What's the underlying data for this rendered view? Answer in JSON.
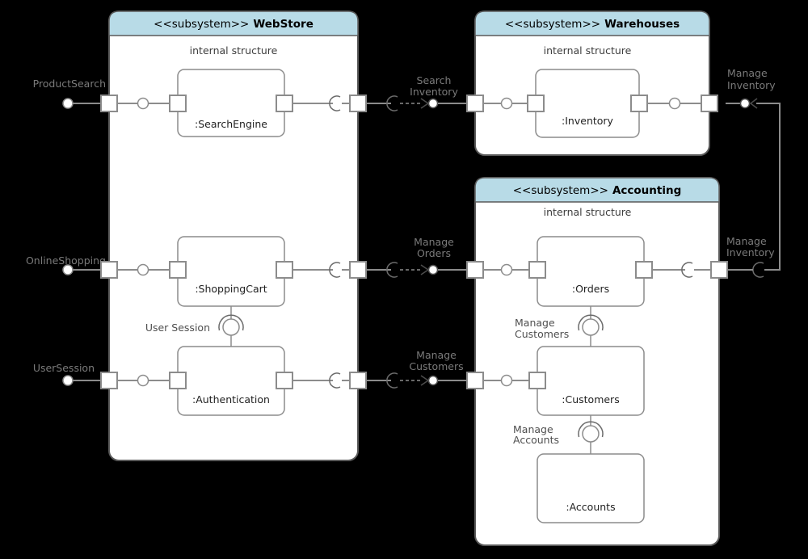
{
  "colors": {
    "background": "#000000",
    "header_fill": "#b8dbe7",
    "box_fill": "#ffffff",
    "subsystem_border": "#5a5a5a",
    "component_border": "#8c8c8c",
    "connector_line": "#8c8c8c",
    "ball_outline": "#4d4d4d",
    "outside_label": "#7a7a7a",
    "inside_label": "#4f4f4f"
  },
  "subsystems": {
    "webstore": {
      "stereotype": "<<subsystem>>",
      "name": "WebStore",
      "internal_label": "internal structure",
      "components": {
        "search_engine": ":SearchEngine",
        "shopping_cart": ":ShoppingCart",
        "authentication": ":Authentication"
      }
    },
    "warehouses": {
      "stereotype": "<<subsystem>>",
      "name": "Warehouses",
      "internal_label": "internal structure",
      "components": {
        "inventory": ":Inventory"
      }
    },
    "accounting": {
      "stereotype": "<<subsystem>>",
      "name": "Accounting",
      "internal_label": "internal structure",
      "components": {
        "orders": ":Orders",
        "customers": ":Customers",
        "accounts": ":Accounts"
      }
    }
  },
  "interfaces": {
    "product_search": "ProductSearch",
    "online_shopping": "OnlineShopping",
    "user_session": "UserSession",
    "user_session_inner": "User Session",
    "search_inventory": {
      "line1": "Search",
      "line2": "Inventory"
    },
    "manage_orders": {
      "line1": "Manage",
      "line2": "Orders"
    },
    "manage_customers": {
      "line1": "Manage",
      "line2": "Customers"
    },
    "manage_inventory_top": {
      "line1": "Manage",
      "line2": "Inventory"
    },
    "manage_inventory_side": {
      "line1": "Manage",
      "line2": "Inventory"
    },
    "manage_customers_inner": {
      "line1": "Manage",
      "line2": "Customers"
    },
    "manage_accounts_inner": {
      "line1": "Manage",
      "line2": "Accounts"
    }
  }
}
